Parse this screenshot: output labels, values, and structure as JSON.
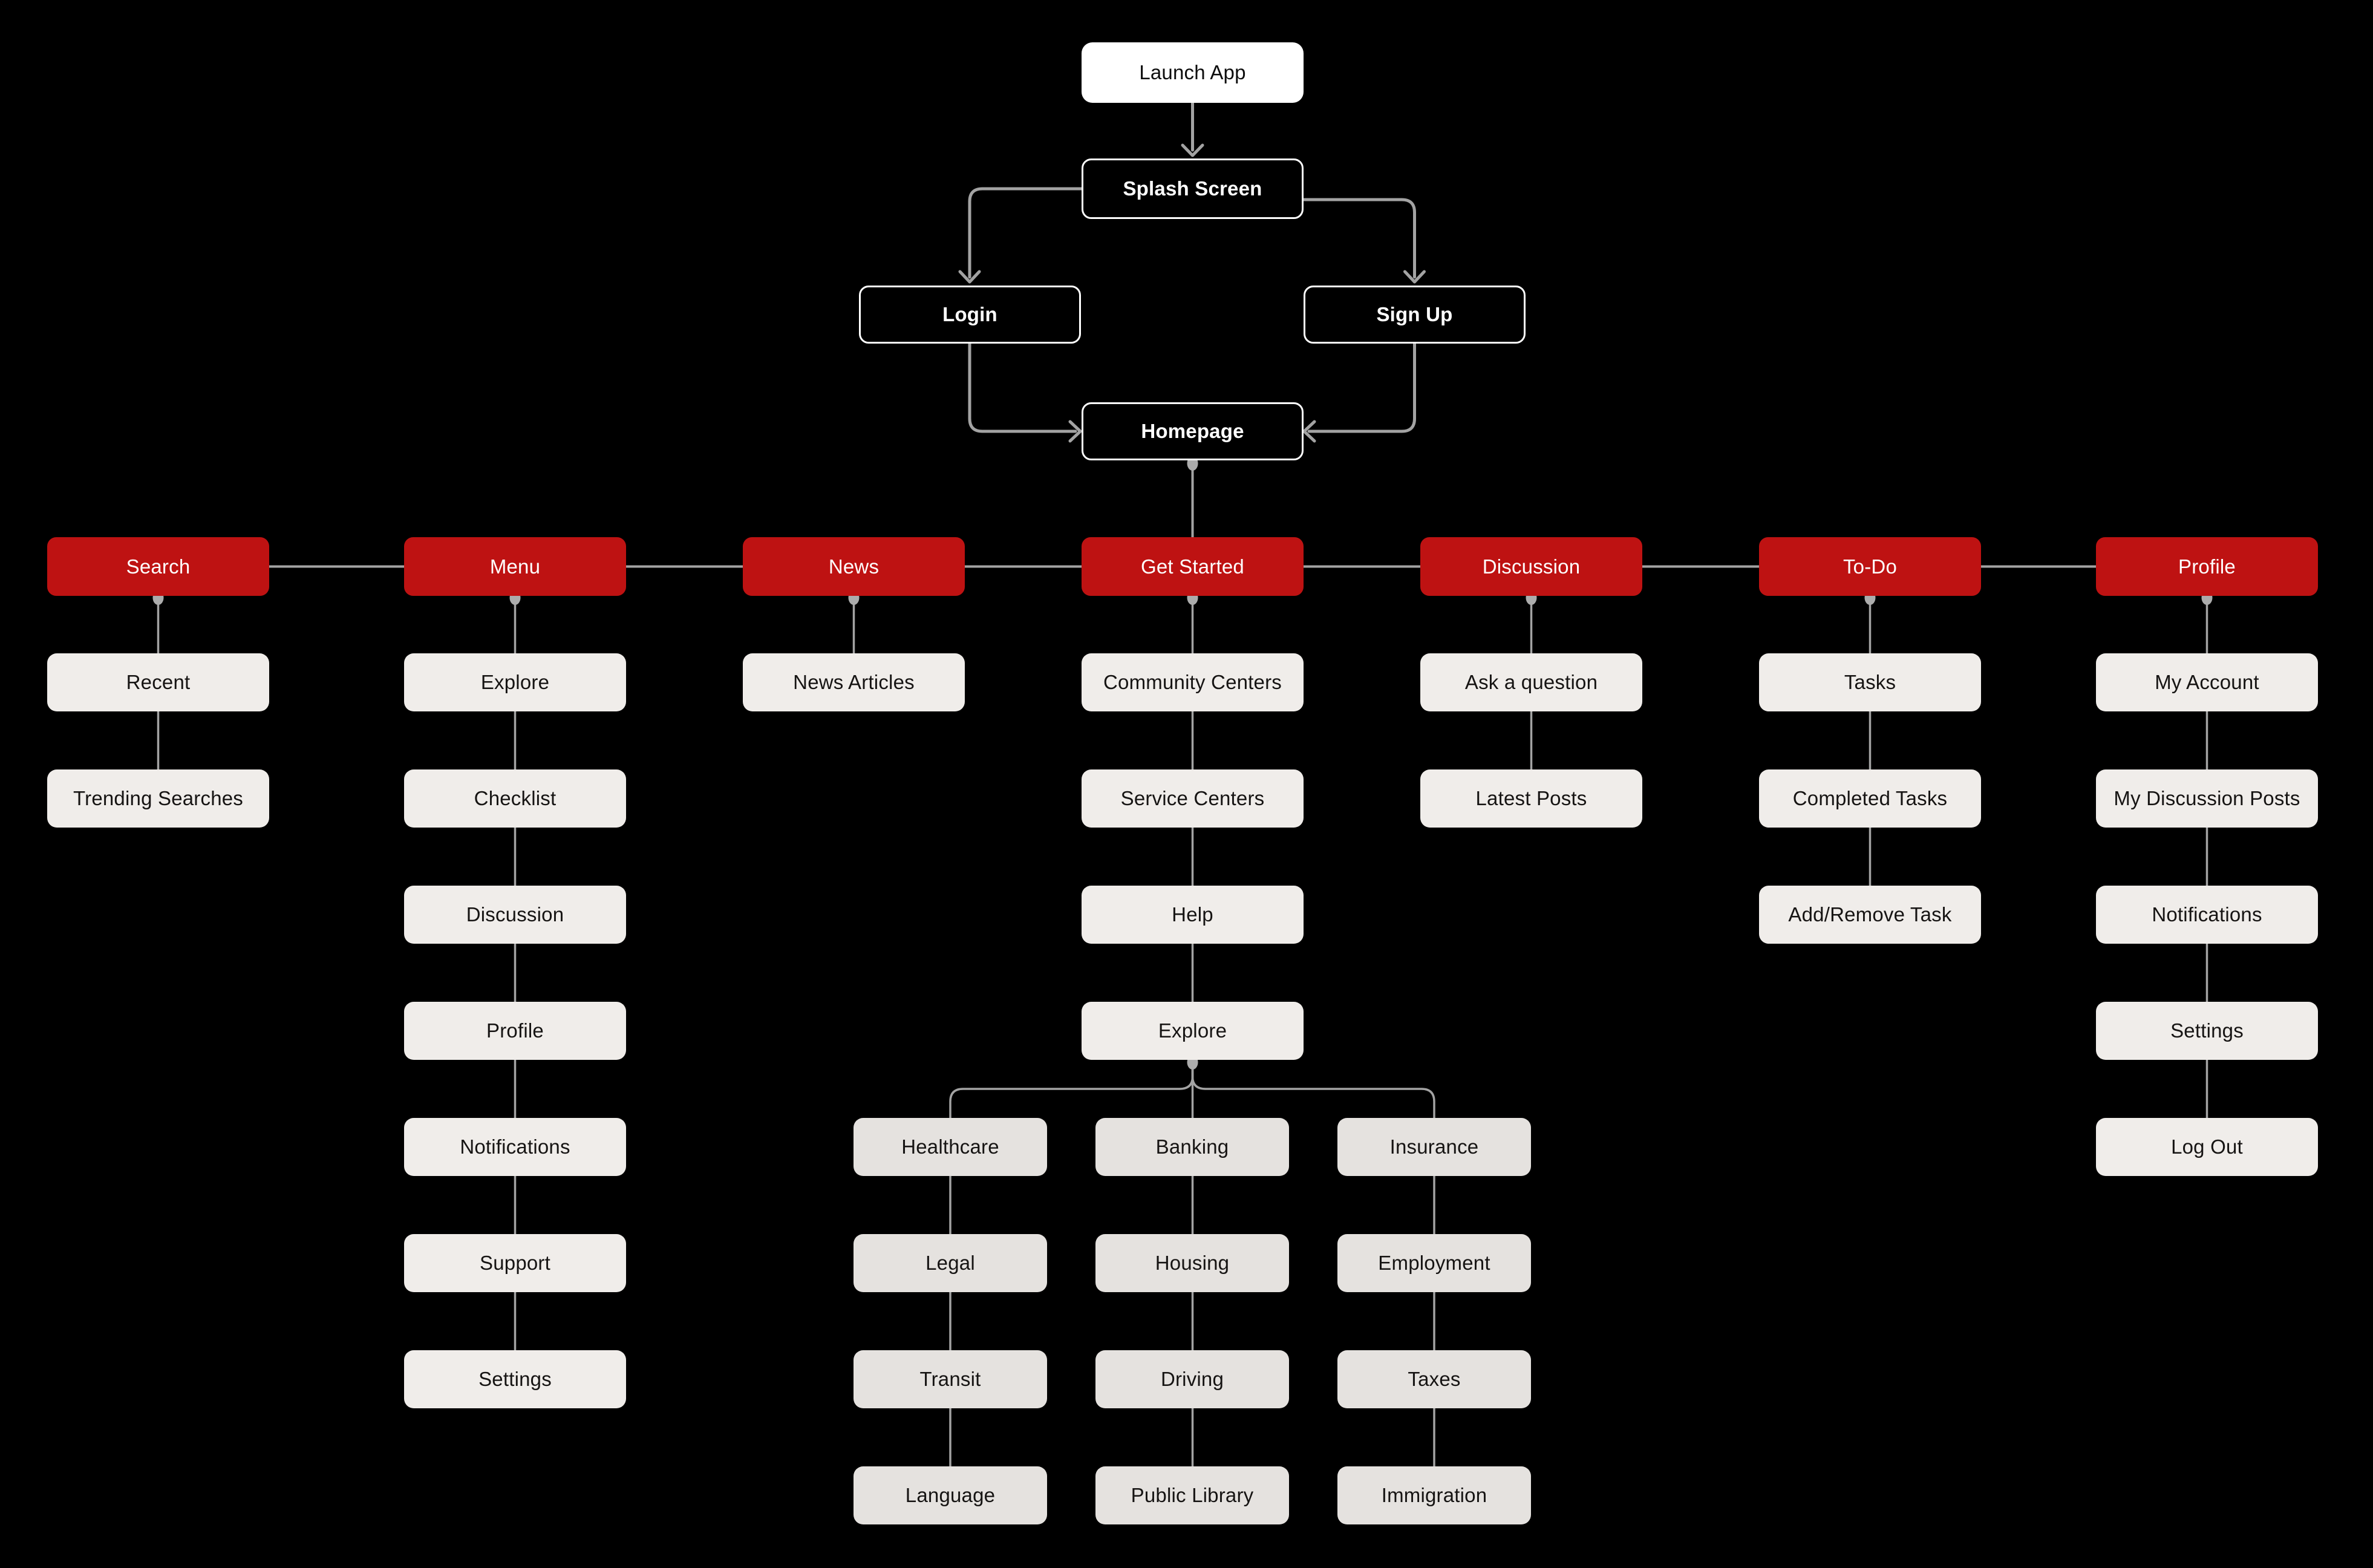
{
  "top": {
    "launch_app": "Launch App",
    "splash_screen": "Splash Screen",
    "login": "Login",
    "sign_up": "Sign Up",
    "homepage": "Homepage"
  },
  "sections": [
    {
      "label": "Search",
      "children": [
        "Recent",
        "Trending Searches"
      ]
    },
    {
      "label": "Menu",
      "children": [
        "Explore",
        "Checklist",
        "Discussion",
        "Profile",
        "Notifications",
        "Support",
        "Settings"
      ]
    },
    {
      "label": "News",
      "children": [
        "News Articles"
      ]
    },
    {
      "label": "Get Started",
      "children": [
        "Community Centers",
        "Service Centers",
        "Help",
        "Explore"
      ]
    },
    {
      "label": "Discussion",
      "children": [
        "Ask a question",
        "Latest Posts"
      ]
    },
    {
      "label": "To-Do",
      "children": [
        "Tasks",
        "Completed Tasks",
        "Add/Remove Task"
      ]
    },
    {
      "label": "Profile",
      "children": [
        "My Account",
        "My Discussion Posts",
        "Notifications",
        "Settings",
        "Log Out"
      ]
    }
  ],
  "explore_branches": [
    {
      "label": "Healthcare",
      "children": [
        "Legal",
        "Transit",
        "Language"
      ]
    },
    {
      "label": "Banking",
      "children": [
        "Housing",
        "Driving",
        "Public Library"
      ]
    },
    {
      "label": "Insurance",
      "children": [
        "Employment",
        "Taxes",
        "Immigration"
      ]
    }
  ],
  "colors": {
    "background": "#000000",
    "accent_red": "#BE1212",
    "child_box": "#F0EDEA",
    "branch_box": "#E5E2DF",
    "dark_box_border": "#FFFFFF",
    "connector_gray": "#A3A3A3",
    "dot_gray": "#ACACAC"
  }
}
